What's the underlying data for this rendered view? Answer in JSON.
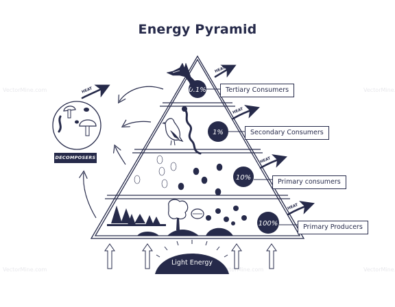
{
  "title": "Energy Pyramid",
  "colors": {
    "ink": "#262a4a",
    "background": "#ffffff"
  },
  "levels": [
    {
      "name": "Tertiary Consumers",
      "percent": "0.1%",
      "heat": "HEAT"
    },
    {
      "name": "Secondary Consumers",
      "percent": "1%",
      "heat": "HEAT"
    },
    {
      "name": "Primary consumers",
      "percent": "10%",
      "heat": "HEAT"
    },
    {
      "name": "Primary Producers",
      "percent": "100%",
      "heat": "HEAT"
    }
  ],
  "decomposers": {
    "label": "DECOMPOSERS",
    "heat": "HEAT"
  },
  "light_energy": "Light Energy",
  "watermark": "VectorMine.com",
  "icons": [
    "fox-icon",
    "bird-icon",
    "snake-icon",
    "beetle-icon",
    "bee-icon",
    "tree-icon",
    "leaf-icon",
    "mushroom-icon",
    "worm-icon",
    "sun-icon",
    "arrow-up-icon",
    "heat-arrow-icon",
    "cycle-arrow-icon"
  ]
}
